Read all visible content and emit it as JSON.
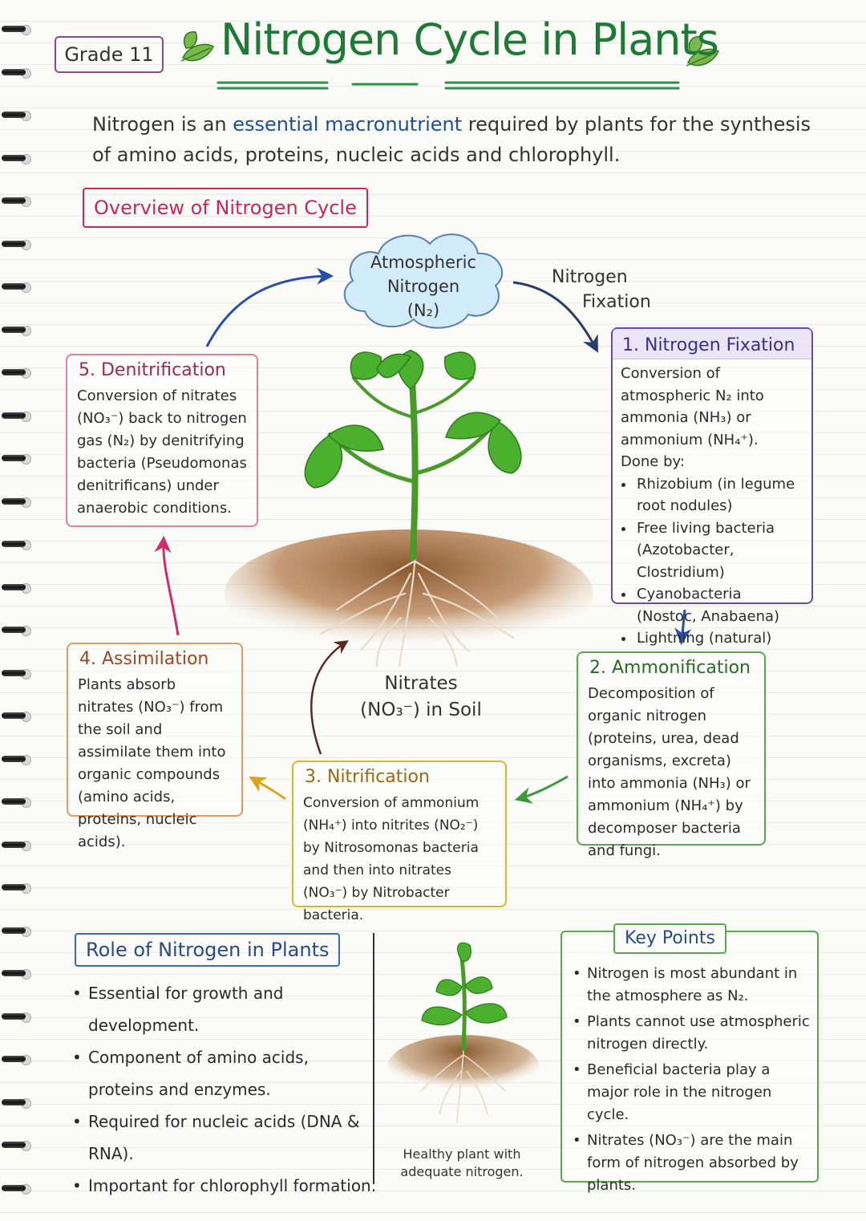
{
  "header": {
    "grade": "Grade 11",
    "title": "Nitrogen Cycle in Plants"
  },
  "intro": {
    "part1": "Nitrogen is an ",
    "highlight": "essential macronutrient",
    "part2": " required by plants for the synthesis of amino acids, proteins, nucleic acids and chlorophyll."
  },
  "overview": {
    "label": "Overview of Nitrogen Cycle",
    "cloud": [
      "Atmospheric",
      "Nitrogen",
      "(N₂)"
    ],
    "fixation_arrow_label": [
      "Nitrogen",
      "Fixation"
    ],
    "soil_label": [
      "Nitrates",
      "(NO₃⁻) in Soil"
    ]
  },
  "steps": {
    "fixation": {
      "title": "1. Nitrogen Fixation",
      "desc": "Conversion of atmospheric N₂ into ammonia (NH₃) or ammonium (NH₄⁺).",
      "done_by": "Done by:",
      "agents": [
        "Rhizobium (in legume root nodules)",
        "Free living bacteria (Azotobacter, Clostridium)",
        "Cyanobacteria (Nostoc, Anabaena)",
        "Lightning (natural)"
      ]
    },
    "ammonification": {
      "title": "2. Ammonification",
      "desc": "Decomposition of organic nitrogen (proteins, urea, dead organisms, excreta) into ammonia (NH₃) or ammonium (NH₄⁺) by decomposer bacteria and fungi."
    },
    "nitrification": {
      "title": "3. Nitrification",
      "desc": "Conversion of ammonium (NH₄⁺) into nitrites (NO₂⁻) by Nitrosomonas bacteria and then into nitrates (NO₃⁻) by Nitrobacter bacteria."
    },
    "assimilation": {
      "title": "4. Assimilation",
      "desc": "Plants absorb nitrates (NO₃⁻) from the soil and assimilate them into organic compounds (amino acids, proteins, nucleic acids)."
    },
    "denitrification": {
      "title": "5. Denitrification",
      "desc": "Conversion of nitrates (NO₃⁻) back to nitrogen gas (N₂) by denitrifying bacteria (Pseudomonas denitrificans) under anaerobic conditions."
    }
  },
  "role": {
    "label": "Role of Nitrogen in Plants",
    "items": [
      "Essential for growth and development.",
      "Component of amino acids, proteins and enzymes.",
      "Required for nucleic acids (DNA & RNA).",
      "Important for chlorophyll formation."
    ],
    "plant_caption": "Healthy plant with adequate nitrogen."
  },
  "key_points": {
    "label": "Key Points",
    "items": [
      "Nitrogen is most abundant in the atmosphere as N₂.",
      "Plants cannot use atmospheric nitrogen directly.",
      "Beneficial bacteria play a major role in the nitrogen cycle.",
      "Nitrates (NO₃⁻) are the main form of nitrogen absorbed by plants."
    ]
  },
  "colors": {
    "title_green": "#1e7a34",
    "overview_pink": "#c7285d",
    "fixation_purple": "#6a4aa8",
    "ammonification_green": "#5aa84e",
    "nitrification_yellow": "#e2b523",
    "assimilation_orange": "#e29a62",
    "denitrification_pink": "#e07f9e"
  }
}
